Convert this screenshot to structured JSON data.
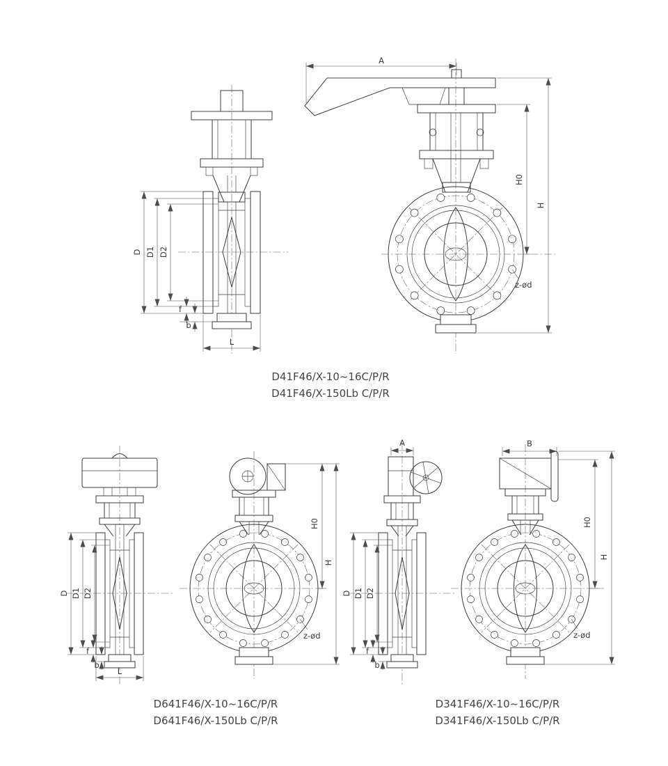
{
  "page": {
    "background": "#ffffff",
    "ink": "#3c3c3c"
  },
  "captions": {
    "d41": {
      "line1": "D41F46/X-10~16C/P/R",
      "line2": "D41F46/X-150Lb C/P/R"
    },
    "d641": {
      "line1": "D641F46/X-10~16C/P/R",
      "line2": "D641F46/X-150Lb C/P/R"
    },
    "d341": {
      "line1": "D341F46/X-10~16C/P/R",
      "line2": "D341F46/X-150Lb C/P/R"
    }
  },
  "dims": {
    "A": "A",
    "B": "B",
    "H": "H",
    "H0": "H0",
    "D": "D",
    "D1": "D1",
    "D2": "D2",
    "f": "f",
    "b": "b",
    "L": "L",
    "zd": "z-ød"
  }
}
